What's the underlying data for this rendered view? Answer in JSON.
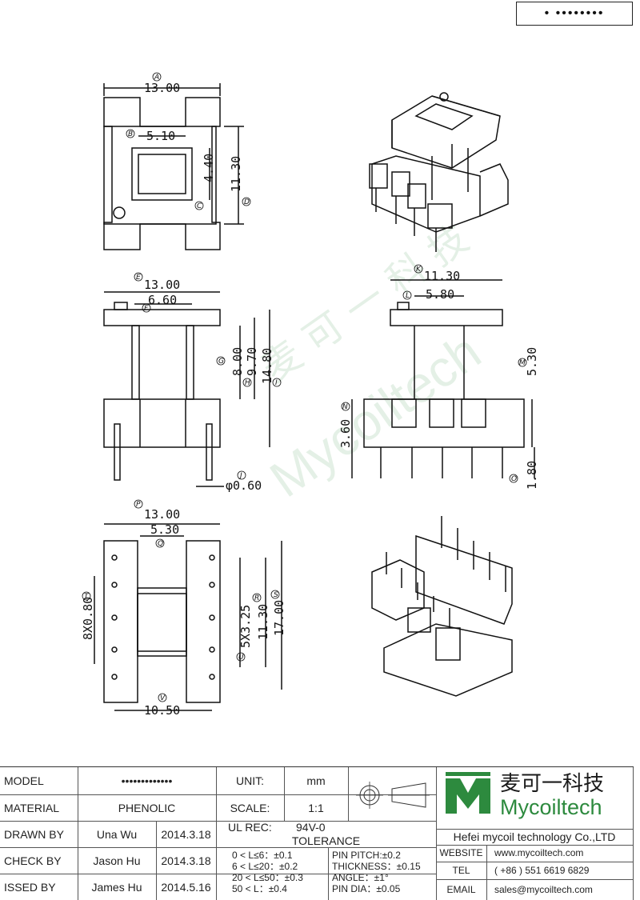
{
  "header": {
    "part_number": "• ••••••••"
  },
  "dimensions": {
    "top": {
      "width": "13.00",
      "inner_w": "5.10",
      "inner_h": "4.40",
      "height": "11.30"
    },
    "front": {
      "width": "13.00",
      "half": "6.60",
      "d1": "8.00",
      "d2": "9.70",
      "d3": "14.80",
      "pin": "φ0.60"
    },
    "side": {
      "width": "11.30",
      "inner": "5.80",
      "right_h": "5.30",
      "left_h": "3.60",
      "pin_len": "1.80"
    },
    "bottom": {
      "width": "13.00",
      "inner": "5.30",
      "slots": "8X0.80",
      "pitch": "5X3.25",
      "h1": "11.30",
      "h2": "17.00",
      "row": "10.50"
    }
  },
  "labels": [
    "A",
    "B",
    "C",
    "D",
    "E",
    "F",
    "G",
    "H",
    "I",
    "J",
    "K",
    "L",
    "M",
    "N",
    "O",
    "P",
    "Q",
    "R",
    "S",
    "T",
    "U",
    "V"
  ],
  "watermark": {
    "cn": "麦 可 一 科 技",
    "en": "Mycoiltech"
  },
  "titleblock": {
    "model_label": "MODEL",
    "model_value": "•••••••••••••",
    "material_label": "MATERIAL",
    "material_value": "PHENOLIC",
    "drawn_label": "DRAWN BY",
    "drawn_name": "Una Wu",
    "drawn_date": "2014.3.18",
    "check_label": "CHECK BY",
    "check_name": "Jason Hu",
    "check_date": "2014.3.18",
    "issued_label": "ISSED BY",
    "issued_name": "James Hu",
    "issued_date": "2014.5.16",
    "unit_label": "UNIT:",
    "unit_value": "mm",
    "scale_label": "SCALE:",
    "scale_value": "1:1",
    "ulrec_label": "UL REC:",
    "ulrec_value": "94V-0",
    "tolerance_label": "TOLERANCE",
    "tol1": "0 < L≤6：±0.1",
    "tol2": "6 < L≤20：±0.2",
    "tol3": "20 < L≤50：±0.3",
    "tol4": "50 < L：±0.4",
    "pin_pitch": "PIN PITCH:±0.2",
    "thickness": "THICKNESS：±0.15",
    "angle": "ANGLE：±1°",
    "pin_dia": "PIN DIA：±0.05",
    "logo_cn": "麦可一科技",
    "logo_en": "Mycoiltech",
    "company": "Hefei mycoil technology Co.,LTD",
    "website_label": "WEBSITE",
    "website_value": "www.mycoiltech.com",
    "tel_label": "TEL",
    "tel_value": "( +86 ) 551 6619 6829",
    "email_label": "EMAIL",
    "email_value": "sales@mycoiltech.com"
  }
}
